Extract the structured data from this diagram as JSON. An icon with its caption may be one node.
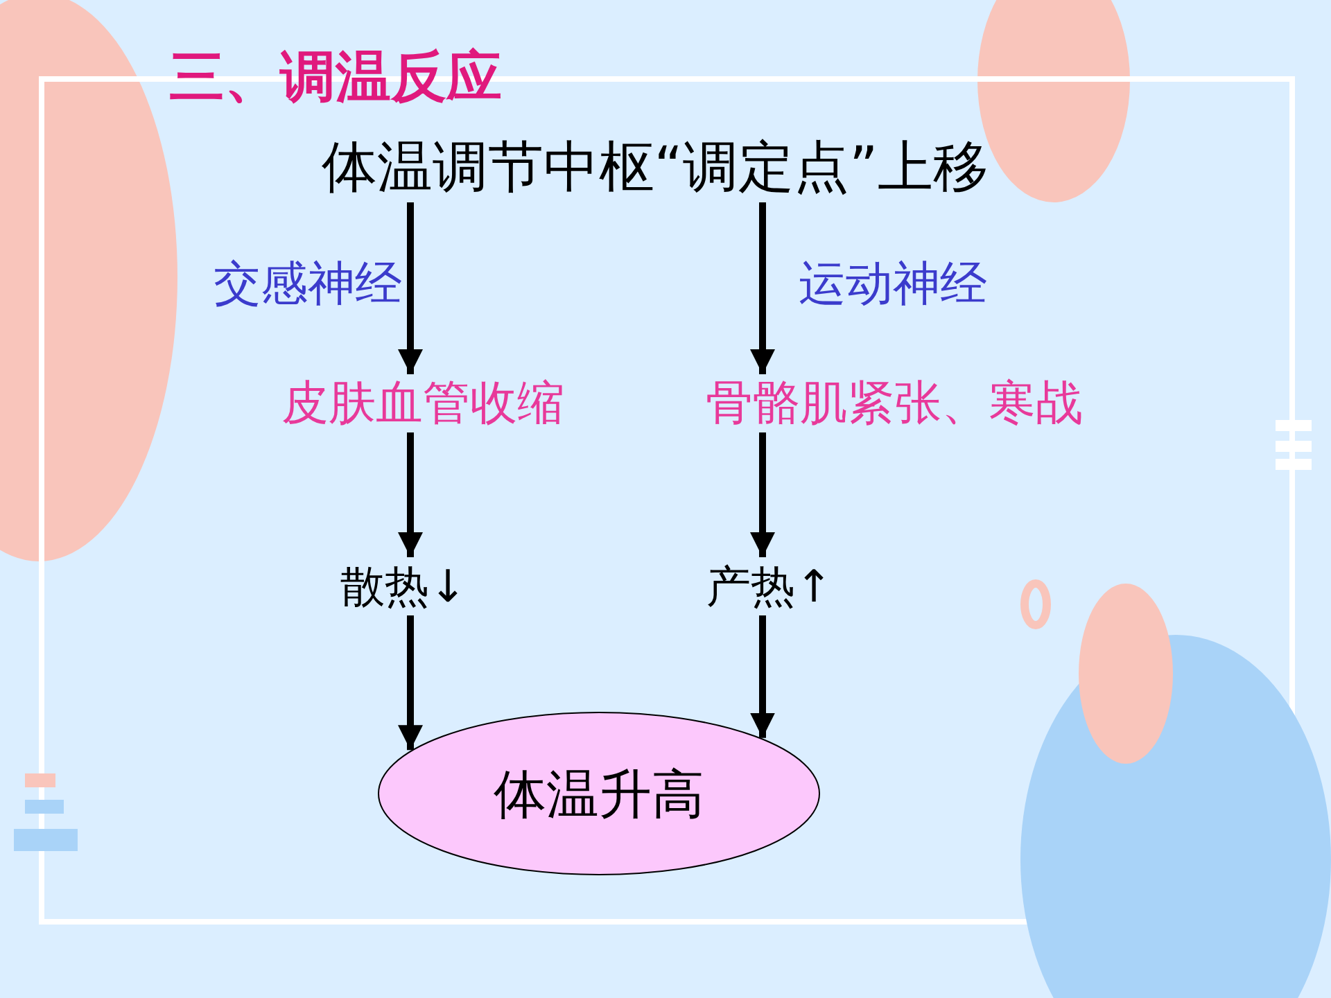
{
  "diagram": {
    "title": "三、调温反应",
    "nodes": [
      {
        "text": [
          "体温调节中枢“调定点”上移"
        ]
      },
      {
        "text": [
          "皮肤血管收缩"
        ]
      },
      {
        "text": [
          "骨骼肌紧张、寒战"
        ]
      },
      {
        "text": [
          "散热↓"
        ]
      },
      {
        "text": [
          "产热↑"
        ]
      },
      {
        "text": [
          "体温升高"
        ]
      }
    ],
    "edges": [
      {
        "from": 0,
        "to": 1,
        "arrow": "to",
        "label": "交感神经"
      },
      {
        "from": 0,
        "to": 2,
        "arrow": "to",
        "label": "运动神经"
      },
      {
        "from": 1,
        "to": 3,
        "arrow": "to"
      },
      {
        "from": 2,
        "to": 4,
        "arrow": "to"
      },
      {
        "from": 3,
        "to": 5,
        "arrow": "to"
      },
      {
        "from": 4,
        "to": 5,
        "arrow": "to"
      }
    ]
  }
}
